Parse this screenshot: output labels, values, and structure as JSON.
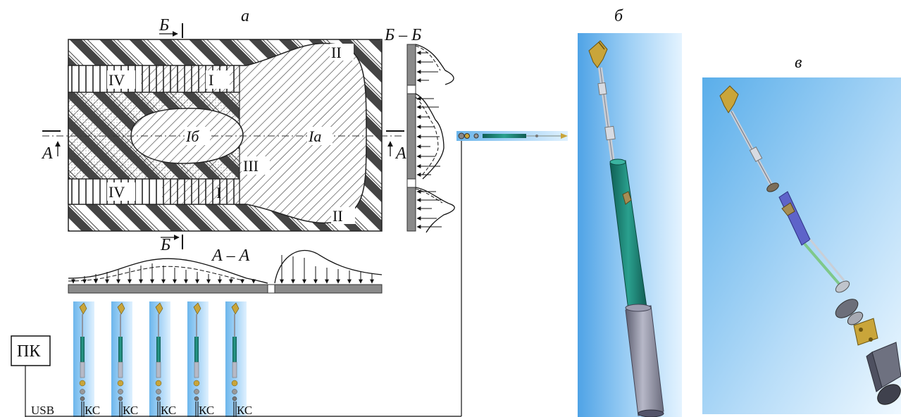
{
  "panel_labels": {
    "a": "а",
    "b": "б",
    "v": "в"
  },
  "sections": {
    "bb_marker": "Б",
    "bb_title": "Б – Б",
    "aa_marker": "А",
    "aa_title": "А – А"
  },
  "zones": {
    "I": "I",
    "Ia": "Iа",
    "Ib": "Iб",
    "II": "II",
    "III": "III",
    "IV": "IV"
  },
  "devices": {
    "pc": "ПК",
    "usb": "USB",
    "ks": "КС"
  },
  "colors": {
    "stroke": "#222222",
    "hatch": "#333333",
    "support": "#8a8a8a",
    "bg_blue_light": "#dbefff",
    "bg_blue_dark": "#4fa3e6",
    "tube_green": "#1f8a7a",
    "rod_silver": "#c9ced6",
    "cylinder_gray": "#8e8fa3",
    "gripper_gold": "#c9a53a",
    "motor_dark": "#555866"
  }
}
